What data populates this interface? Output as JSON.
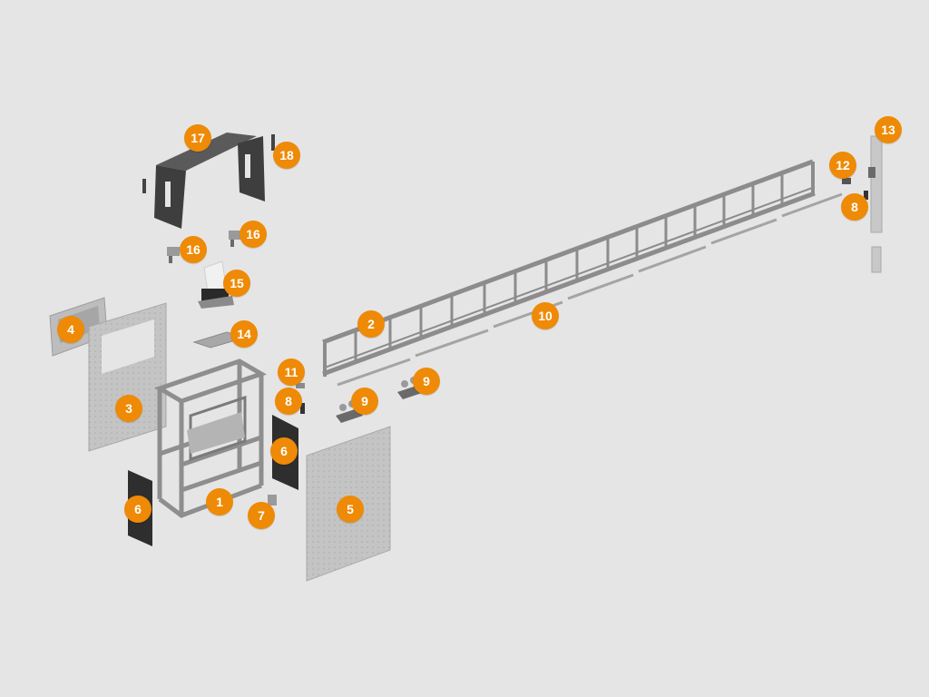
{
  "colors": {
    "background": "#e5e5e5",
    "callout": "#ee8a06",
    "callout_text": "#ffffff",
    "metal_light": "#c8c8c8",
    "metal_mid": "#9a9a9a",
    "metal_dark": "#5a5a5a",
    "panel_dark": "#3a3a3a"
  },
  "callouts": [
    {
      "id": "c1",
      "label": "1"
    },
    {
      "id": "c2",
      "label": "2"
    },
    {
      "id": "c3",
      "label": "3"
    },
    {
      "id": "c4",
      "label": "4"
    },
    {
      "id": "c5",
      "label": "5"
    },
    {
      "id": "c6a",
      "label": "6"
    },
    {
      "id": "c6b",
      "label": "6"
    },
    {
      "id": "c7",
      "label": "7"
    },
    {
      "id": "c8a",
      "label": "8"
    },
    {
      "id": "c8b",
      "label": "8"
    },
    {
      "id": "c9a",
      "label": "9"
    },
    {
      "id": "c9b",
      "label": "9"
    },
    {
      "id": "c10",
      "label": "10"
    },
    {
      "id": "c11",
      "label": "11"
    },
    {
      "id": "c12",
      "label": "12"
    },
    {
      "id": "c13",
      "label": "13"
    },
    {
      "id": "c14",
      "label": "14"
    },
    {
      "id": "c15",
      "label": "15"
    },
    {
      "id": "c16a",
      "label": "16"
    },
    {
      "id": "c16b",
      "label": "16"
    },
    {
      "id": "c17",
      "label": "17"
    },
    {
      "id": "c18",
      "label": "18"
    }
  ]
}
